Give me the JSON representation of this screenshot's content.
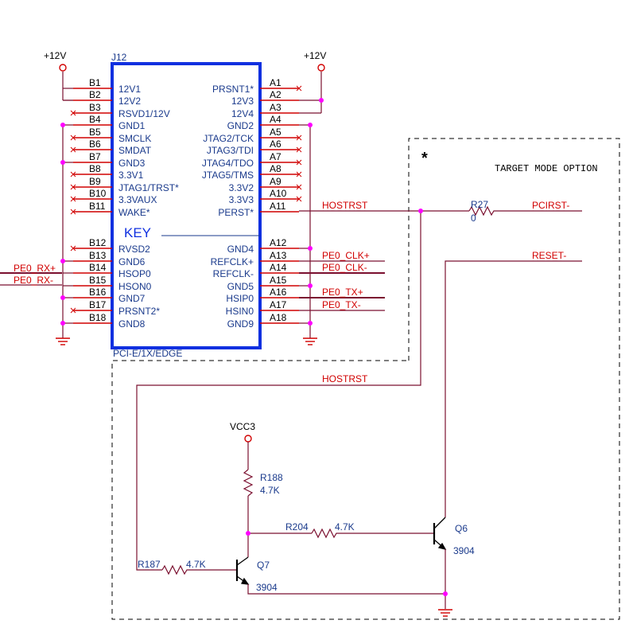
{
  "colors": {
    "wire": "#7b1030",
    "pin": "#d10000",
    "pinlabel": "#1a3a8c",
    "net": "#d10000",
    "connector": "#1030e0",
    "junction": "#ff00ff",
    "black": "#000000"
  },
  "connector": {
    "ref": "J12",
    "footprint": "PCI-E/1X/EDGE",
    "key_label": "KEY",
    "left_pins": [
      {
        "num": "B1",
        "name": "12V1"
      },
      {
        "num": "B2",
        "name": "12V2"
      },
      {
        "num": "B3",
        "name": "RSVD1/12V"
      },
      {
        "num": "B4",
        "name": "GND1"
      },
      {
        "num": "B5",
        "name": "SMCLK"
      },
      {
        "num": "B6",
        "name": "SMDAT"
      },
      {
        "num": "B7",
        "name": "GND3"
      },
      {
        "num": "B8",
        "name": "3.3V1"
      },
      {
        "num": "B9",
        "name": "JTAG1/TRST*"
      },
      {
        "num": "B10",
        "name": "3.3VAUX"
      },
      {
        "num": "B11",
        "name": "WAKE*"
      },
      {
        "num": "B12",
        "name": "RVSD2"
      },
      {
        "num": "B13",
        "name": "GND6"
      },
      {
        "num": "B14",
        "name": "HSOP0"
      },
      {
        "num": "B15",
        "name": "HSON0"
      },
      {
        "num": "B16",
        "name": "GND7"
      },
      {
        "num": "B17",
        "name": "PRSNT2*"
      },
      {
        "num": "B18",
        "name": "GND8"
      }
    ],
    "right_pins": [
      {
        "num": "A1",
        "name": "PRSNT1*"
      },
      {
        "num": "A2",
        "name": "12V3"
      },
      {
        "num": "A3",
        "name": "12V4"
      },
      {
        "num": "A4",
        "name": "GND2"
      },
      {
        "num": "A5",
        "name": "JTAG2/TCK"
      },
      {
        "num": "A6",
        "name": "JTAG3/TDI"
      },
      {
        "num": "A7",
        "name": "JTAG4/TDO"
      },
      {
        "num": "A8",
        "name": "JTAG5/TMS"
      },
      {
        "num": "A9",
        "name": "3.3V2"
      },
      {
        "num": "A10",
        "name": "3.3V3"
      },
      {
        "num": "A11",
        "name": "PERST*"
      },
      {
        "num": "A12",
        "name": "GND4"
      },
      {
        "num": "A13",
        "name": "REFCLK+"
      },
      {
        "num": "A14",
        "name": "REFCLK-"
      },
      {
        "num": "A15",
        "name": "GND5"
      },
      {
        "num": "A16",
        "name": "HSIP0"
      },
      {
        "num": "A17",
        "name": "HSIN0"
      },
      {
        "num": "A18",
        "name": "GND9"
      }
    ]
  },
  "power": {
    "left_12v": "+12V",
    "right_12v": "+12V",
    "vcc3": "VCC3"
  },
  "nets": {
    "pe0_rx_p": "PE0_RX+",
    "pe0_rx_n": "PE0_RX-",
    "pe0_clk_p": "PE0_CLK+",
    "pe0_clk_n": "PE0_CLK-",
    "pe0_tx_p": "PE0_TX+",
    "pe0_tx_n": "PE0_TX-",
    "hostrst_top": "HOSTRST",
    "hostrst_bottom": "HOSTRST",
    "pcirst": "PCIRST-",
    "reset": "RESET-"
  },
  "option": {
    "asterisk": "*",
    "label": "TARGET MODE OPTION"
  },
  "components": {
    "r27": {
      "ref": "R27",
      "value": "0"
    },
    "r188": {
      "ref": "R188",
      "value": "4.7K"
    },
    "r204": {
      "ref": "R204",
      "value": "4.7K"
    },
    "r187": {
      "ref": "R187",
      "value": "4.7K"
    },
    "q6": {
      "ref": "Q6",
      "value": "3904"
    },
    "q7": {
      "ref": "Q7",
      "value": "3904"
    }
  }
}
